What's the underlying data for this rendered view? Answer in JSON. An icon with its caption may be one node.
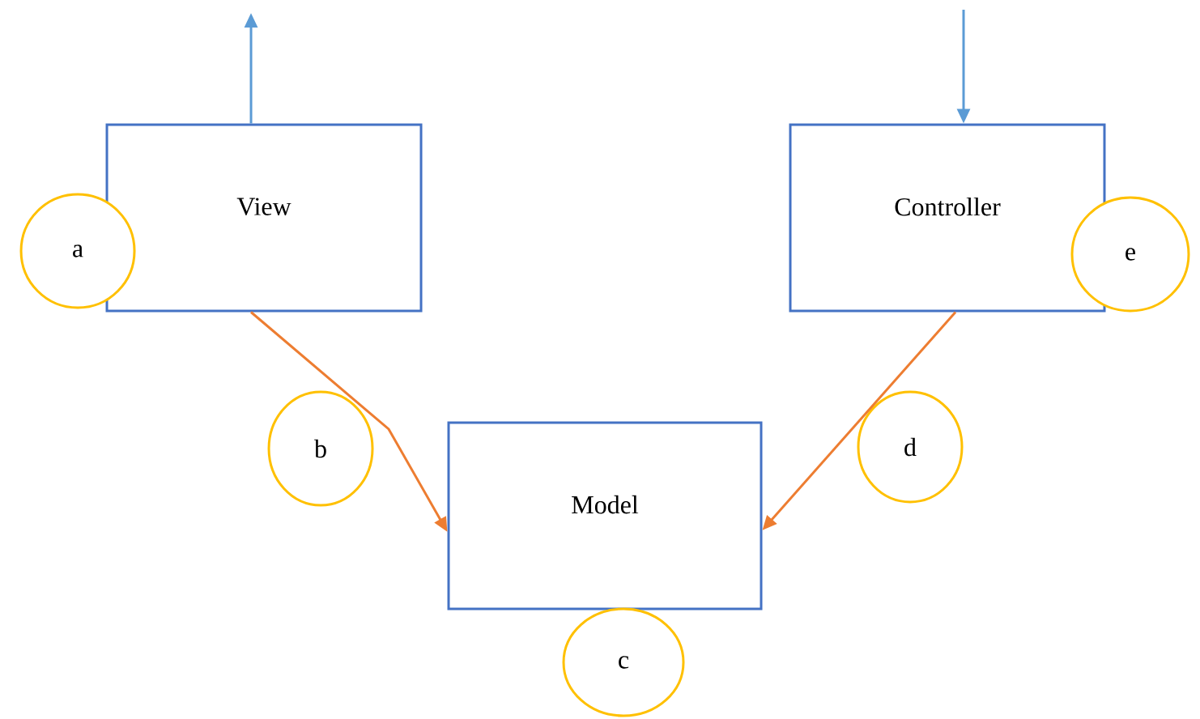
{
  "diagram": {
    "nodes": [
      {
        "text": [
          "View"
        ]
      },
      {
        "text": [
          "Controller"
        ]
      },
      {
        "text": [
          "Model"
        ]
      },
      {
        "text": [
          "a"
        ]
      },
      {
        "text": [
          "b"
        ]
      },
      {
        "text": [
          "c"
        ]
      },
      {
        "text": [
          "d"
        ]
      },
      {
        "text": [
          "e"
        ]
      }
    ],
    "edges": [
      {
        "from": 0,
        "to": null,
        "arrow": "to",
        "color": "#5b9bd5"
      },
      {
        "from": null,
        "to": 1,
        "arrow": "to",
        "color": "#5b9bd5"
      },
      {
        "from": 0,
        "to": 2,
        "arrow": "to",
        "color": "#ed7d31"
      },
      {
        "from": 1,
        "to": 2,
        "arrow": "to",
        "color": "#ed7d31"
      }
    ]
  }
}
